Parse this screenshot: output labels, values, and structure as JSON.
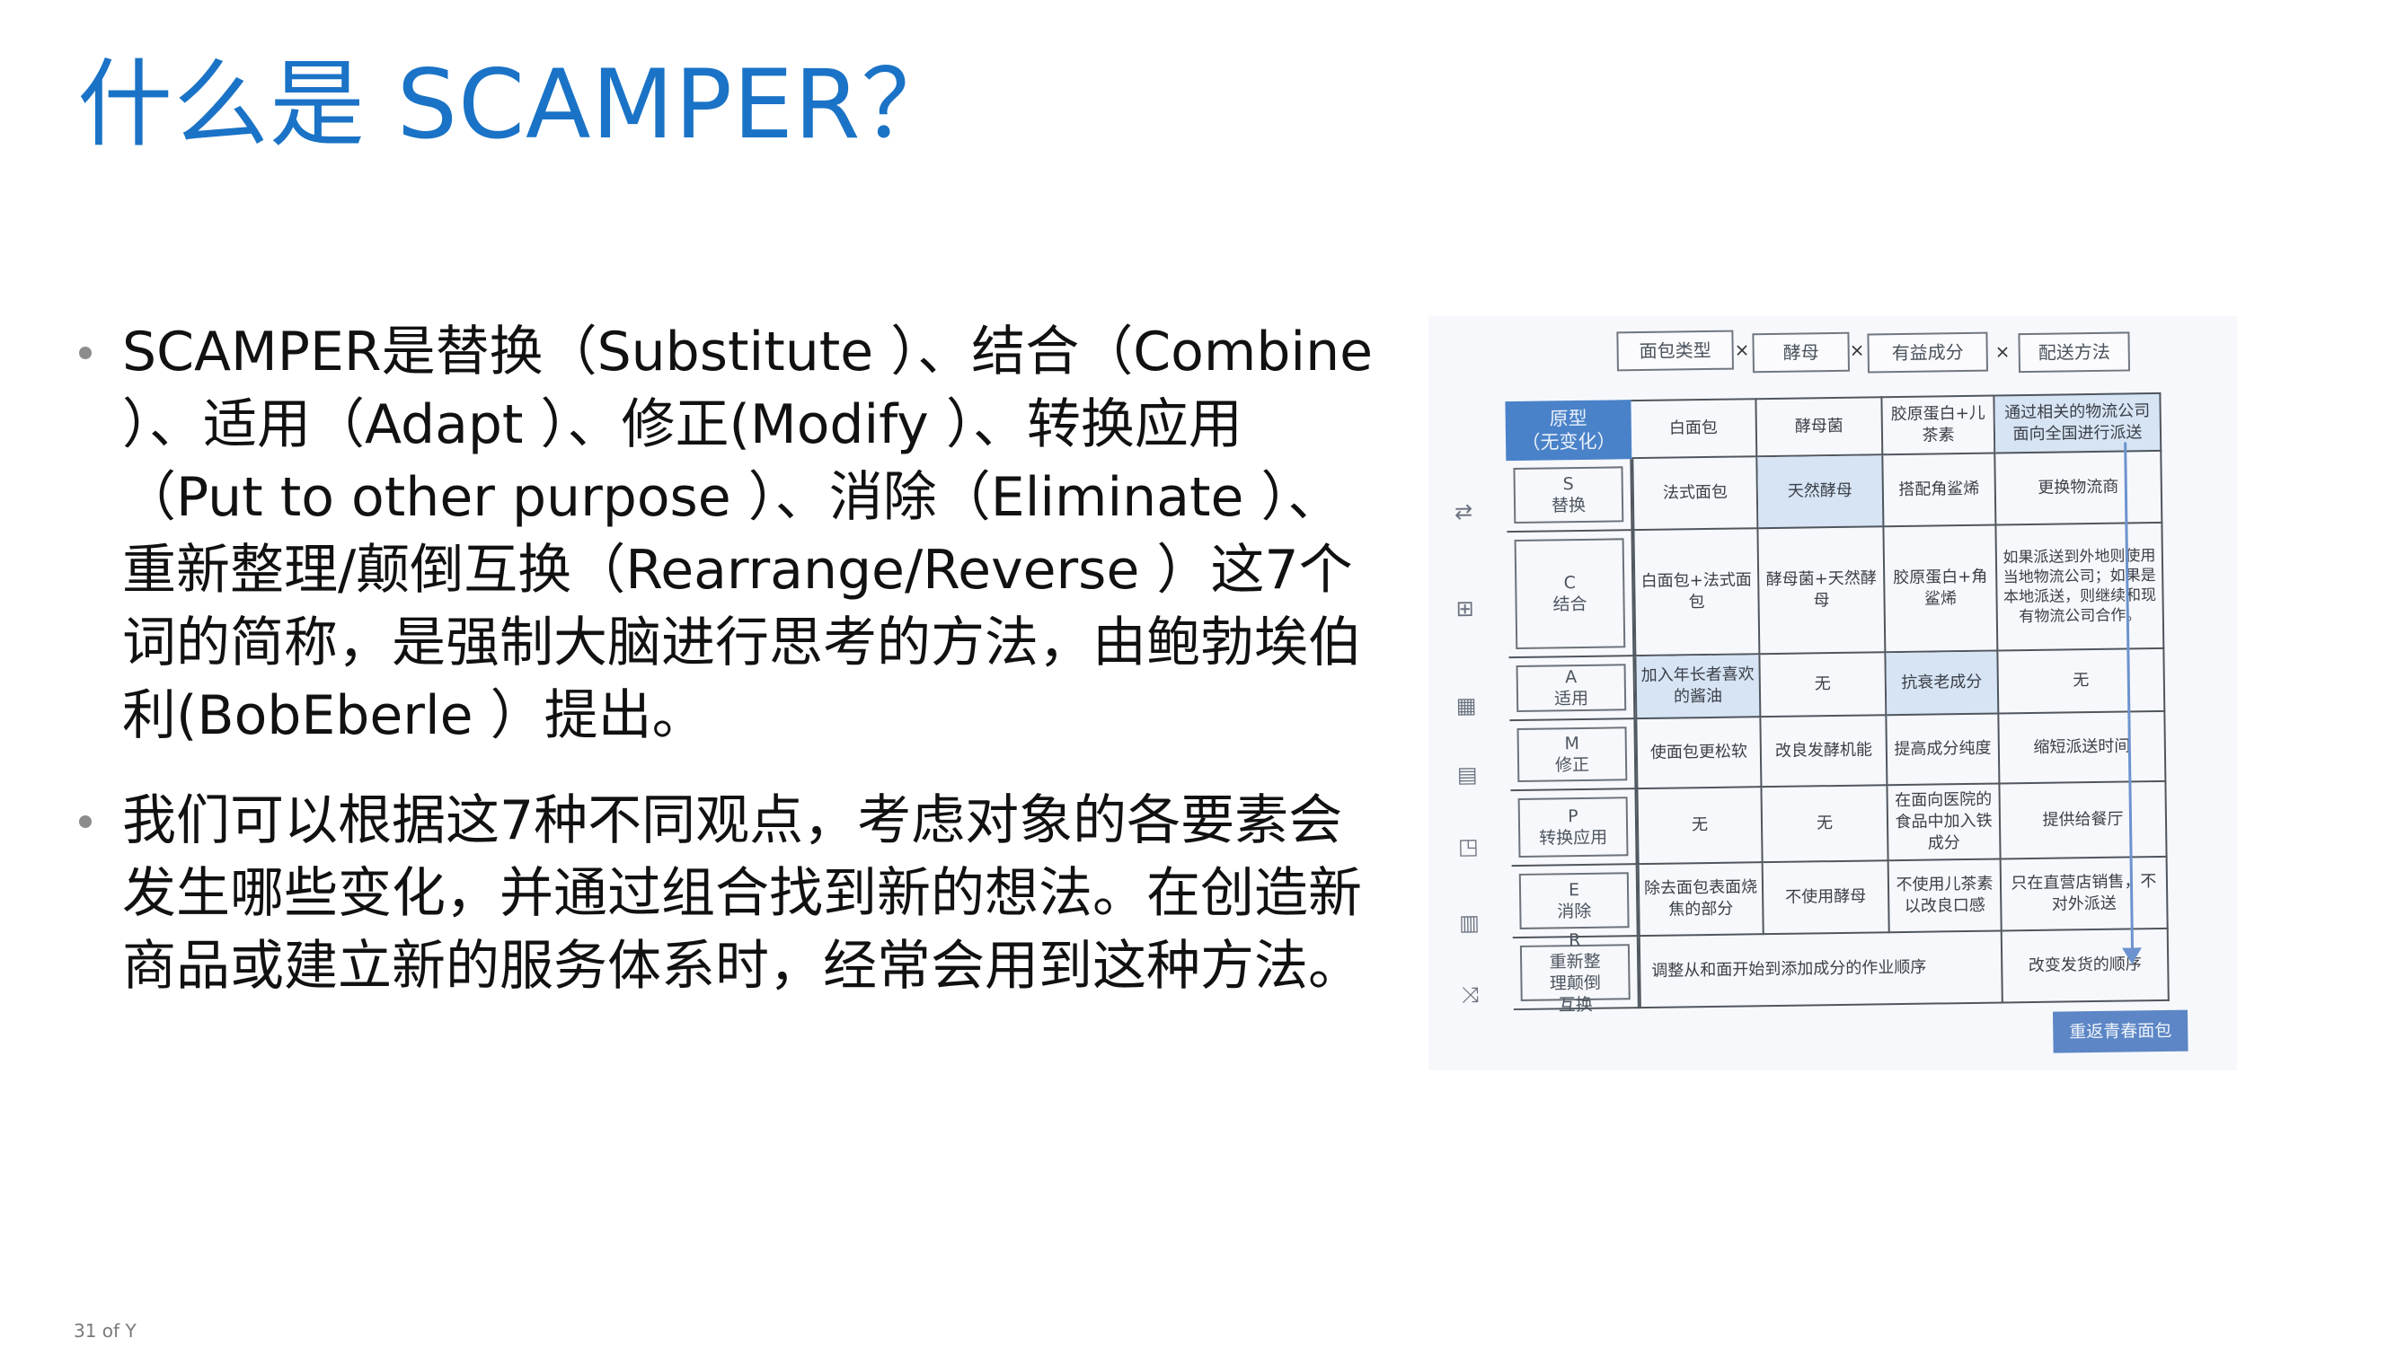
{
  "title": "什么是 SCAMPER？",
  "bullets": [
    "SCAMPER是替换（Substitute ）、结合（Combine ）、适用（Adapt ）、修正(Modify ）、转换应用（Put to other purpose ）、消除（Eliminate ）、重新整理/颠倒互换（Rearrange/Reverse ）这7个词的简称，是强制大脑进行思考的方法，由鲍勃埃伯利(BobEberle ）提出。",
    "我们可以根据这7种不同观点，考虑对象的各要素会发生哪些变化，并通过组合找到新的想法。在创造新商品或建立新的服务体系时，经常会用到这种方法。"
  ],
  "footer": "31 of Y",
  "photo": {
    "headers": [
      "面包类型",
      "酵母",
      "有益成分",
      "配送方法"
    ],
    "multiply_sign": "×",
    "rows": [
      {
        "label": [
          "原型",
          "（无变化）"
        ],
        "cells": [
          "白面包",
          "酵母菌",
          "胶原蛋白+儿茶素",
          "通过相关的物流公司面向全国进行派送"
        ]
      },
      {
        "label": [
          "S",
          "替换"
        ],
        "cells": [
          "法式面包",
          "天然酵母",
          "搭配角鲨烯",
          "更换物流商"
        ]
      },
      {
        "label": [
          "C",
          "结合"
        ],
        "cells": [
          "白面包+法式面包",
          "酵母菌+天然酵母",
          "胶原蛋白+角鲨烯",
          "如果派送到外地则使用当地物流公司；如果是本地派送，则继续和现有物流公司合作。"
        ]
      },
      {
        "label": [
          "A",
          "适用"
        ],
        "cells": [
          "加入年长者喜欢的酱油",
          "无",
          "抗衰老成分",
          "无"
        ]
      },
      {
        "label": [
          "M",
          "修正"
        ],
        "cells": [
          "使面包更松软",
          "改良发酵机能",
          "提高成分纯度",
          "缩短派送时间"
        ]
      },
      {
        "label": [
          "P",
          "转换应用"
        ],
        "cells": [
          "无",
          "无",
          "在面向医院的食品中加入铁成分",
          "提供给餐厅"
        ]
      },
      {
        "label": [
          "E",
          "消除"
        ],
        "cells": [
          "除去面包表面烧焦的部分",
          "不使用酵母",
          "不使用儿茶素以改良口感",
          "只在直营店销售，不对外派送"
        ]
      },
      {
        "label": [
          "R",
          "重新整理颠倒互换"
        ],
        "wide_cell": "调整从和面开始到添加成分的作业顺序",
        "last_cell": "改变发货的顺序"
      }
    ],
    "result_tag": "重返青春面包"
  }
}
